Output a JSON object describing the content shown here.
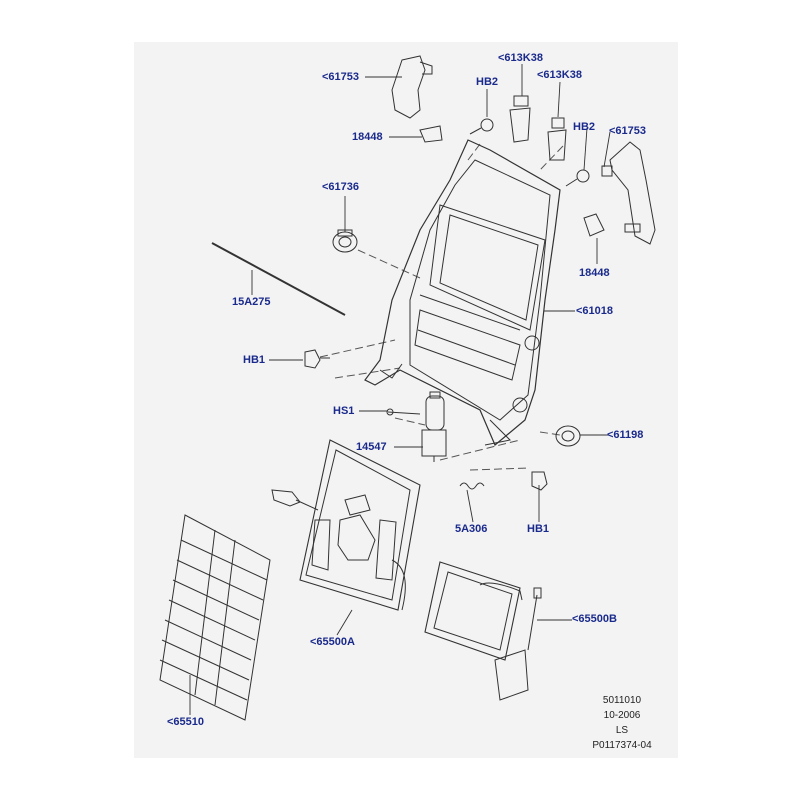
{
  "callouts": [
    {
      "id": "61753-a",
      "text": "<61753"
    },
    {
      "id": "613k38-a",
      "text": "<613K38"
    },
    {
      "id": "613k38-b",
      "text": "<613K38"
    },
    {
      "id": "hb2-a",
      "text": "HB2"
    },
    {
      "id": "18448-a",
      "text": "18448"
    },
    {
      "id": "hb2-b",
      "text": "HB2"
    },
    {
      "id": "61753-b",
      "text": "<61753"
    },
    {
      "id": "61736",
      "text": "<61736"
    },
    {
      "id": "18448-b",
      "text": "18448"
    },
    {
      "id": "15a275",
      "text": "15A275"
    },
    {
      "id": "61018",
      "text": "<61018"
    },
    {
      "id": "hb1-a",
      "text": "HB1"
    },
    {
      "id": "hs1",
      "text": "HS1"
    },
    {
      "id": "14547",
      "text": "14547"
    },
    {
      "id": "61198",
      "text": "<61198"
    },
    {
      "id": "5a306",
      "text": "5A306"
    },
    {
      "id": "hb1-b",
      "text": "HB1"
    },
    {
      "id": "65500b",
      "text": "<65500B"
    },
    {
      "id": "65500a",
      "text": "<65500A"
    },
    {
      "id": "65510",
      "text": "<65510"
    }
  ],
  "reference": {
    "line1": "5011010",
    "line2": "10-2006",
    "line3": "LS",
    "line4": "P0117374-04"
  }
}
